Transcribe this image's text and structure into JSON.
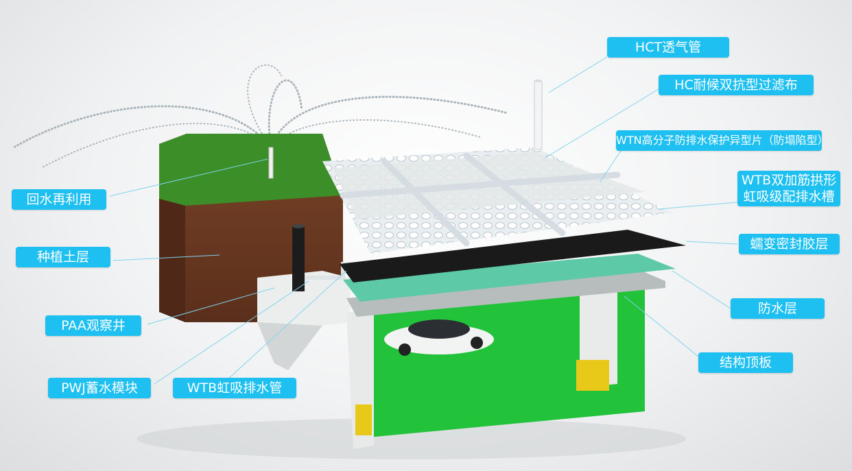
{
  "labels": {
    "hct": "HCT透气管",
    "hc_filter": "HC耐候双抗型过滤布",
    "wtn": "WTN高分子防排水保护异型片（防塌陷型）",
    "wtb_channel_line1": "WTB双加筋拱形",
    "wtb_channel_line2": "虹吸级配排水槽",
    "sealant": "蠕变密封胶层",
    "waterproof": "防水层",
    "roof_slab": "结构顶板",
    "reuse": "回水再利用",
    "soil": "种植土层",
    "paa": "PAA观察井",
    "pwj": "PWJ蓄水模块",
    "wtb_pipe": "WTB虹吸排水管"
  },
  "colors": {
    "label_bg": "#1ec0f2",
    "label_text": "#ffffff",
    "grass": "#3c8f28",
    "soil": "#6b3a22",
    "waterproof": "#5ec9a6",
    "sealant": "#1a1a1a",
    "garage_floor": "#22c23a"
  }
}
